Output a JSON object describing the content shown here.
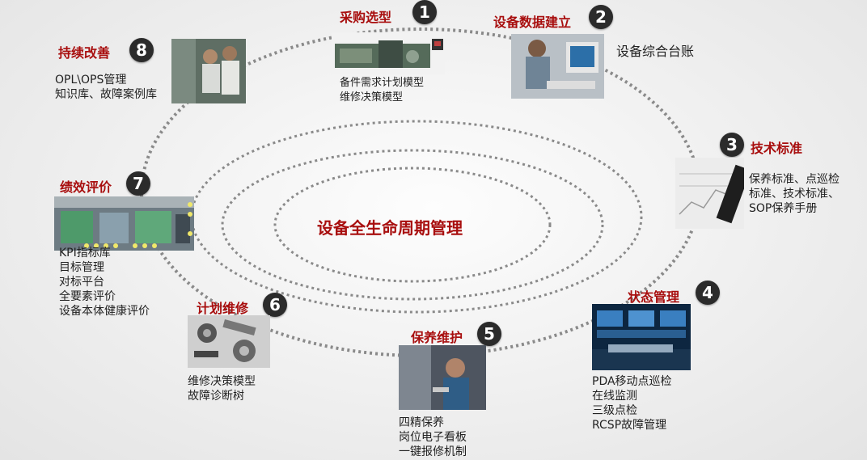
{
  "center_title": "设备全生命周期管理",
  "stages": [
    {
      "num": "1",
      "title": "采购选型",
      "lines": [
        "备件需求计划模型",
        "维修决策模型"
      ]
    },
    {
      "num": "2",
      "title": "设备数据建立",
      "lines": [
        "设备综合台账"
      ]
    },
    {
      "num": "3",
      "title": "技术标准",
      "lines": [
        "保养标准、点巡检",
        "标准、技术标准、",
        "SOP保养手册"
      ]
    },
    {
      "num": "4",
      "title": "状态管理",
      "lines": [
        "PDA移动点巡检",
        "在线监测",
        "三级点检",
        "RCSP故障管理"
      ]
    },
    {
      "num": "5",
      "title": "保养维护",
      "lines": [
        "四精保养",
        "岗位电子看板",
        "一键报修机制"
      ]
    },
    {
      "num": "6",
      "title": "计划维修",
      "lines": [
        "维修决策模型",
        "故障诊断树"
      ]
    },
    {
      "num": "7",
      "title": "绩效评价",
      "lines": [
        "KPI指标库",
        "目标管理",
        "对标平台",
        "全要素评价",
        "设备本体健康评价"
      ]
    },
    {
      "num": "8",
      "title": "持续改善",
      "lines": [
        "OPL\\OPS管理",
        "知识库、故障案例库"
      ]
    }
  ],
  "colors": {
    "title_red": "#a80e0e",
    "badge": "#2b2b2b",
    "dots": "#8a8a8a"
  },
  "icons": {
    "s1": "factory-machine-photo",
    "s2": "computer-operator-photo",
    "s3": "technical-drawing-photo",
    "s4": "monitoring-control-room-photo",
    "s5": "maintenance-worker-photo",
    "s6": "disassembled-parts-photo",
    "s7": "production-line-photo",
    "s8": "workshop-workers-photo"
  }
}
